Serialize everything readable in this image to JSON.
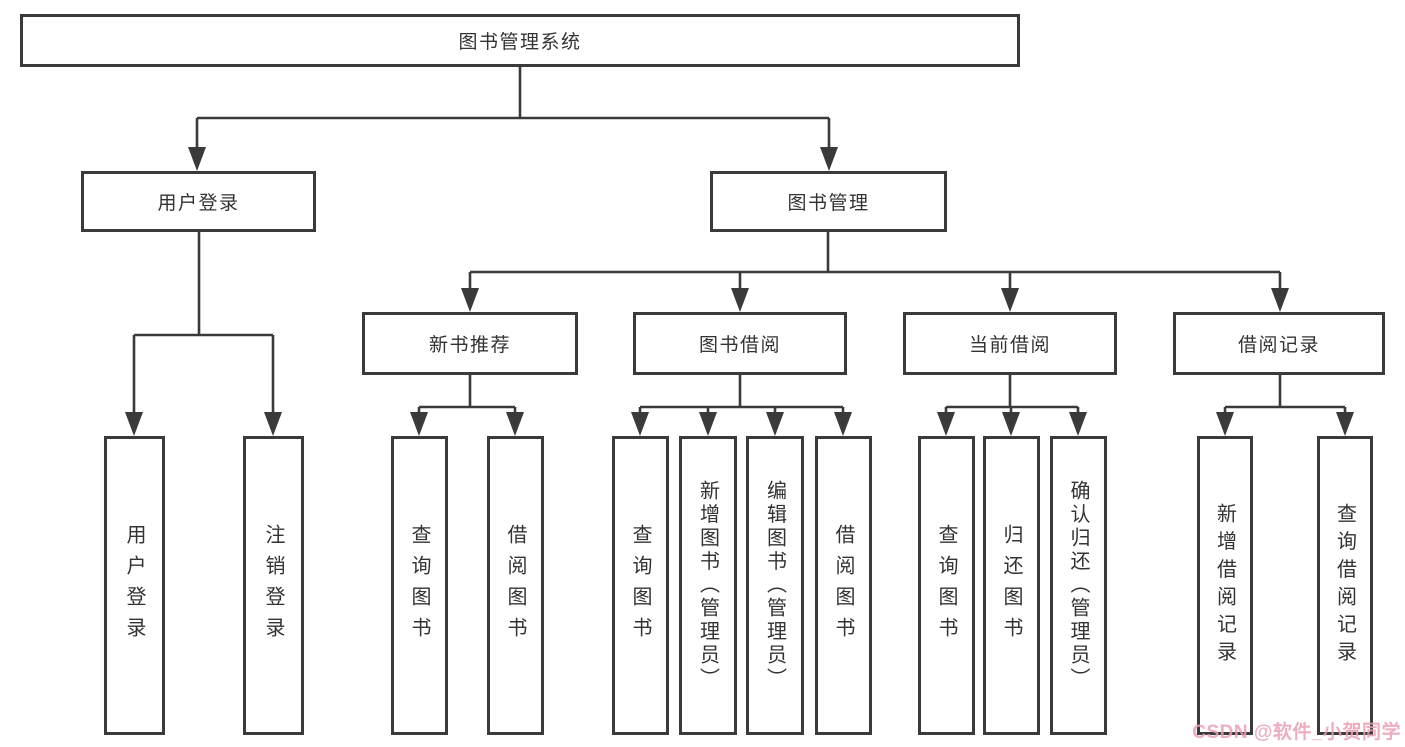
{
  "tree": {
    "label": "图书管理系统",
    "children": [
      {
        "label": "用户登录",
        "children": [
          {
            "label": "用户登录"
          },
          {
            "label": "注销登录"
          }
        ]
      },
      {
        "label": "图书管理",
        "children": [
          {
            "label": "新书推荐",
            "children": [
              {
                "label": "查询图书"
              },
              {
                "label": "借阅图书"
              }
            ]
          },
          {
            "label": "图书借阅",
            "children": [
              {
                "label": "查询图书"
              },
              {
                "label": "新增图书（管理员）"
              },
              {
                "label": "编辑图书（管理员）"
              },
              {
                "label": "借阅图书"
              }
            ]
          },
          {
            "label": "当前借阅",
            "children": [
              {
                "label": "查询图书"
              },
              {
                "label": "归还图书"
              },
              {
                "label": "确认归还（管理员）"
              }
            ]
          },
          {
            "label": "借阅记录",
            "children": [
              {
                "label": "新增借阅记录"
              },
              {
                "label": "查询借阅记录"
              }
            ]
          }
        ]
      }
    ]
  },
  "watermark": {
    "text": "CSDN @软件_小贺同学"
  },
  "colors": {
    "line": "#3a3a3a",
    "text": "#333333",
    "box_background": "#ffffff",
    "watermark": "#e9a0b4"
  }
}
